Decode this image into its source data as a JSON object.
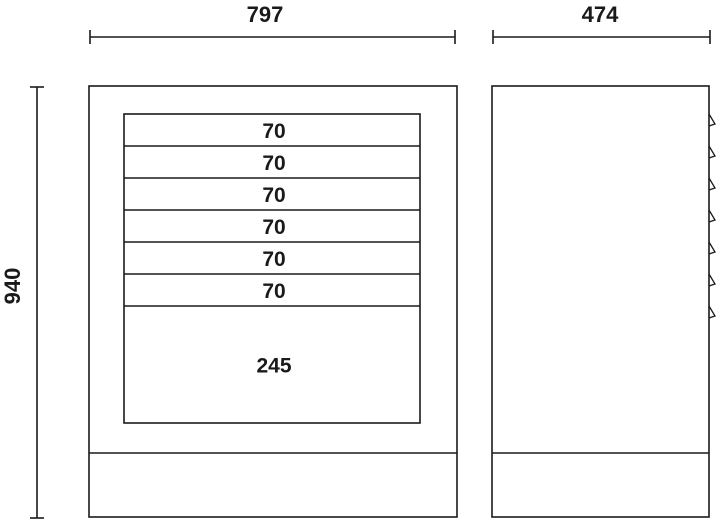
{
  "dimensions": {
    "width": "797",
    "depth": "474",
    "height": "940"
  },
  "drawers": [
    {
      "label": "70"
    },
    {
      "label": "70"
    },
    {
      "label": "70"
    },
    {
      "label": "70"
    },
    {
      "label": "70"
    },
    {
      "label": "70"
    },
    {
      "label": "245"
    }
  ],
  "side_view": {
    "handle_count": 7
  },
  "colors": {
    "line": "#1a1a1a",
    "background": "#ffffff"
  }
}
